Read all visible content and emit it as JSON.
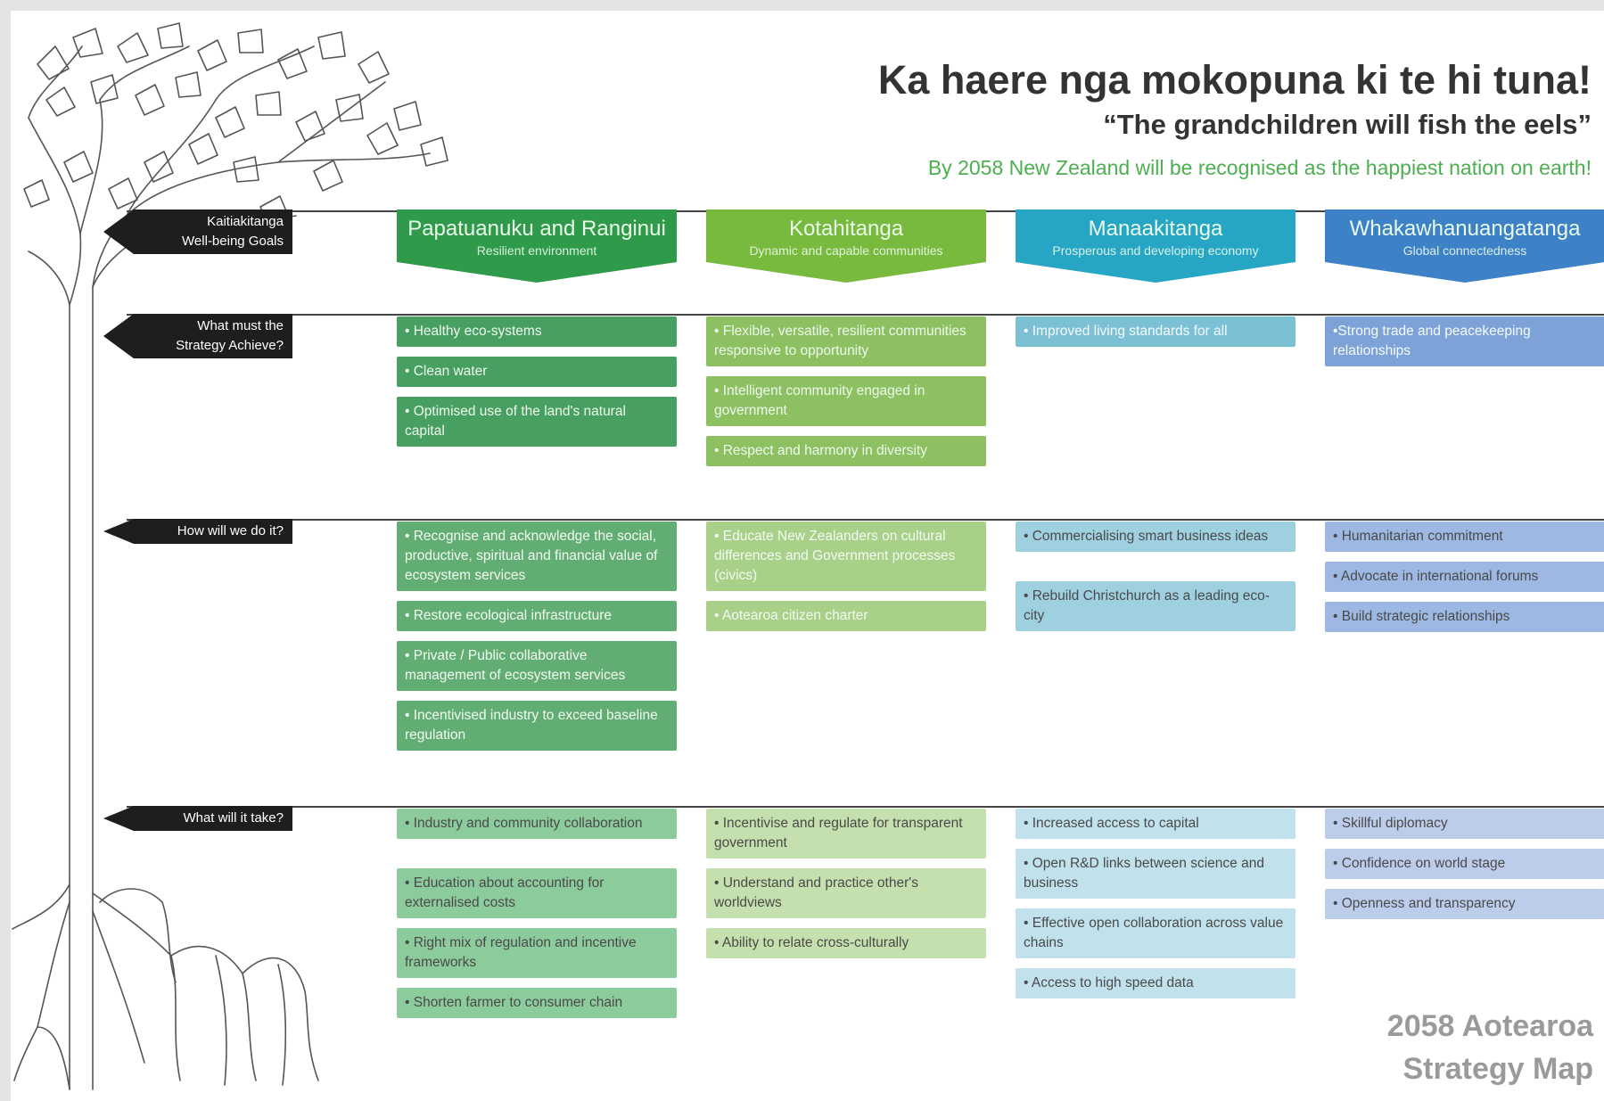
{
  "header": {
    "title": "Ka haere nga mokopuna ki te hi tuna!",
    "subtitle": "“The grandchildren will fish the eels”",
    "vision": "By 2058 New Zealand will be recognised as the happiest nation on earth!"
  },
  "rows": [
    {
      "label": "Kaitiakitanga\nWell-being Goals"
    },
    {
      "label": "What must the\nStrategy Achieve?"
    },
    {
      "label": "How will we do it?"
    },
    {
      "label": "What will it take?"
    }
  ],
  "columns": [
    {
      "name": "Papatuanuku and Ranginui",
      "sub": "Resilient environment",
      "color_goal": "#2e9a4a",
      "colors": [
        "#47a062",
        "#62ad74",
        "#8ccb9c"
      ],
      "achieve": [
        "• Healthy eco-systems",
        "• Clean water",
        "• Optimised use of the land's natural capital"
      ],
      "how": [
        "• Recognise and acknowledge the social, productive, spiritual and financial value of ecosystem services",
        "• Restore ecological infrastructure",
        "• Private / Public collaborative management of ecosystem services",
        "• Incentivised industry to exceed baseline regulation"
      ],
      "take": [
        "• Industry and community collaboration",
        "• Education about accounting for externalised costs",
        "• Right mix of regulation and incentive frameworks",
        "• Shorten farmer to consumer chain"
      ]
    },
    {
      "name": "Kotahitanga",
      "sub": "Dynamic and capable communities",
      "color_goal": "#78ba3d",
      "colors": [
        "#8dc060",
        "#a9d089",
        "#c4e0ae"
      ],
      "achieve": [
        "• Flexible, versatile, resilient communities responsive to opportunity",
        "• Intelligent community engaged in government",
        "• Respect and harmony in diversity"
      ],
      "how": [
        "• Educate New Zealanders on cultural differences and Government processes (civics)",
        "• Aotearoa citizen charter"
      ],
      "take": [
        "• Incentivise and regulate for transparent government",
        "• Understand and practice other's worldviews",
        "• Ability to relate cross-culturally"
      ]
    },
    {
      "name": "Manaakitanga",
      "sub": "Prosperous and developing economy",
      "color_goal": "#26a6c4",
      "colors": [
        "#7cc0d6",
        "#9ed0e0",
        "#c1e2ec"
      ],
      "achieve": [
        "• Improved living standards for all"
      ],
      "how": [
        "• Commercialising smart business ideas",
        "• Rebuild Christchurch as a leading eco-city"
      ],
      "take": [
        "• Increased access to capital",
        "• Open R&D links between science and business",
        "• Effective open collaboration across value chains",
        "• Access to high speed data"
      ]
    },
    {
      "name": "Whakawhanuangatanga",
      "sub": "Global connectedness",
      "color_goal": "#3d82c6",
      "colors": [
        "#7da2d8",
        "#9db8e2",
        "#bccdec"
      ],
      "achieve": [
        "•Strong trade and peacekeeping relationships"
      ],
      "how": [
        "• Humanitarian commitment",
        "• Advocate in international forums",
        "• Build strategic relationships"
      ],
      "take": [
        "• Skillful diplomacy",
        "• Confidence on world stage",
        "• Openness and transparency"
      ]
    }
  ],
  "footer": {
    "line1": "2058 Aotearoa",
    "line2": "Strategy Map"
  }
}
